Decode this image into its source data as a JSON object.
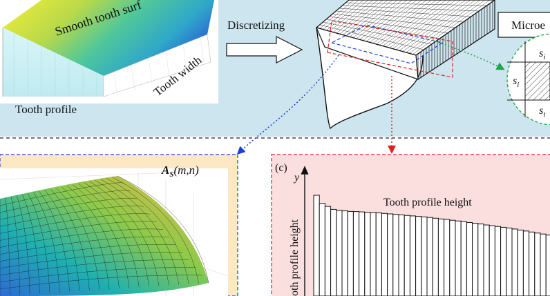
{
  "top_panel": {
    "smooth_surface_label": "Smooth tooth surf",
    "tooth_width_label": "Tooth width",
    "tooth_profile_label": "Tooth profile",
    "discretizing_label": "Discretizing",
    "microelement_label": "Microe",
    "cell_label": "s",
    "cell_subscript": "i"
  },
  "bottom_left": {
    "matrix_label_main": "A",
    "matrix_label_sub": "S",
    "matrix_label_args": "(m,n)"
  },
  "bottom_right": {
    "panel_tag": "(c)",
    "y_axis_symbol": "y",
    "y_axis_title": "oth profile height",
    "chart_title": "Tooth profile height"
  },
  "colors": {
    "top_background": "#cde5ee",
    "left_background": "#fde8c4",
    "right_background": "#fbdede",
    "blue_dotted": "#1a3fd6",
    "red_dashed": "#e02020",
    "green_dotted": "#1fa64a"
  },
  "chart_data": {
    "type": "bar",
    "title": "Tooth profile height",
    "ylabel": "oth profile height",
    "xlabel": "",
    "values": [
      10.0,
      9.2,
      8.9,
      8.6,
      8.5,
      8.45,
      8.4,
      8.38,
      8.35,
      8.3,
      8.28,
      8.25,
      8.2,
      8.15,
      8.1,
      8.05,
      8.0,
      7.95,
      7.9,
      7.85,
      7.8,
      7.72,
      7.65,
      7.6,
      7.52,
      7.45,
      7.38,
      7.3,
      7.22,
      7.15,
      7.05,
      6.98,
      6.9,
      6.82,
      6.75,
      6.65,
      6.55,
      6.45,
      6.35,
      6.25,
      6.15,
      6.05
    ],
    "ylim": [
      0,
      10.5
    ]
  }
}
